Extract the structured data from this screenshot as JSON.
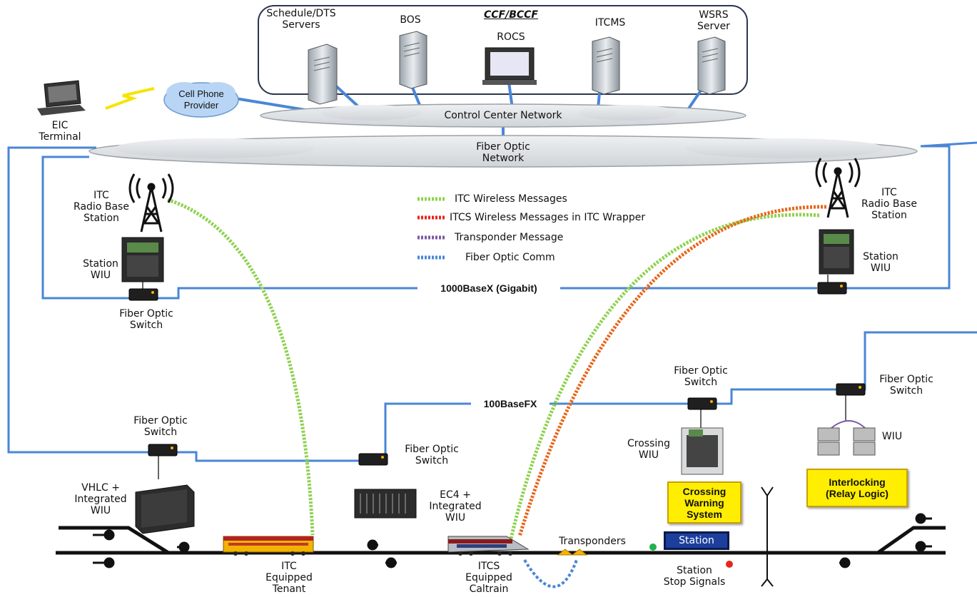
{
  "control_center": {
    "servers": [
      {
        "label": "Schedule/DTS\nServers"
      },
      {
        "label": "BOS"
      },
      {
        "label": "ITCMS"
      },
      {
        "label": "WSRS\nServer"
      }
    ],
    "ccf_title": "CCF/BCCF",
    "rocs_label": "ROCS",
    "network_label": "Control Center Network"
  },
  "cell_provider_label": "Cell Phone\nProvider",
  "eic_terminal_label": "EIC\nTerminal",
  "fiber_network_label": "Fiber Optic\nNetwork",
  "left_base_station": {
    "label": "ITC\nRadio Base\nStation",
    "wiu_label": "Station\nWIU",
    "switch_label": "Fiber Optic\nSwitch"
  },
  "right_base_station": {
    "label": "ITC\nRadio Base\nStation",
    "wiu_label": "Station\nWIU"
  },
  "gigabit_label": "1000BaseX (Gigabit)",
  "fx_label": "100BaseFX",
  "legend": [
    {
      "label": "ITC Wireless Messages",
      "color": "#8fd14f"
    },
    {
      "label": "ITCS Wireless Messages in ITC Wrapper",
      "color": "#e8261a"
    },
    {
      "label": "Transponder Message",
      "color": "#7b58a6"
    },
    {
      "label": "Fiber Optic Comm",
      "color": "#4a86d6"
    }
  ],
  "wayside": {
    "switch_vhlc": "Fiber Optic\nSwitch",
    "vhlc_label": "VHLC +\nIntegrated\nWIU",
    "switch_ec4": "Fiber Optic\nSwitch",
    "ec4_label": "EC4 +\nIntegrated\nWIU",
    "switch_crossing": "Fiber Optic\nSwitch",
    "crossing_wiu_label": "Crossing\nWIU",
    "crossing_box": "Crossing\nWarning\nSystem",
    "switch_interlocking": "Fiber Optic\nSwitch",
    "wiu_label": "WIU",
    "interlocking_box": "Interlocking\n(Relay Logic)"
  },
  "track": {
    "tenant_label": "ITC\nEquipped\nTenant",
    "caltrain_label": "ITCS\nEquipped\nCaltrain",
    "transponders_label": "Transponders",
    "station_sign": "Station",
    "stop_signals_label": "Station\nStop Signals"
  },
  "colors": {
    "fiber": "#4a86d6",
    "itc_wireless": "#8fd14f",
    "itcs_wireless": "#e8261a",
    "transponder": "#7b58a6",
    "cloud": "#dfe3e6"
  }
}
